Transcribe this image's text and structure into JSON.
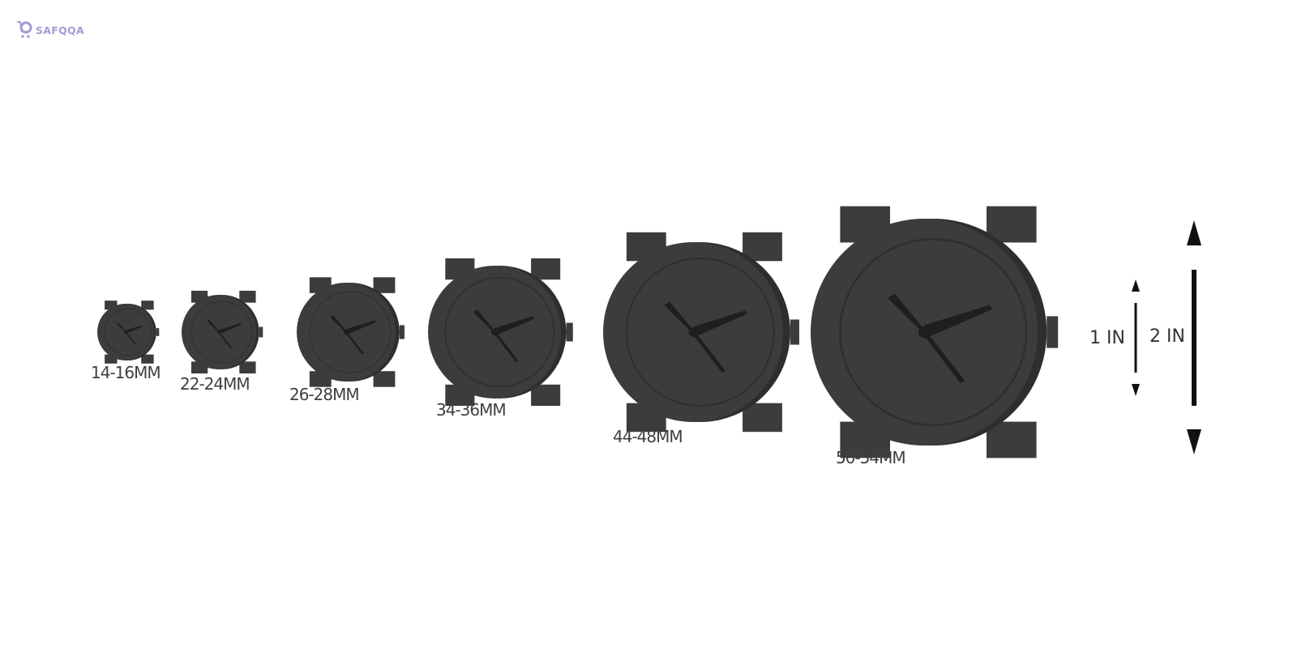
{
  "brand": {
    "name": "SAFQQA",
    "color": "#a59ad6"
  },
  "colors": {
    "watch_body": "#3c3c3c",
    "watch_bezel": "#2e2e2e",
    "hands": "#1f1f1f",
    "label": "#3f3f3f",
    "scale": "#111111"
  },
  "watches": [
    {
      "size": "14-16MM",
      "label": "14-16MM"
    },
    {
      "size": "22-24MM",
      "label": "22-24MM"
    },
    {
      "size": "26-28MM",
      "label": "26-28MM"
    },
    {
      "size": "34-36MM",
      "label": "34-36MM"
    },
    {
      "size": "44-48MM",
      "label": "44-48MM"
    },
    {
      "size": "50-54MM",
      "label": "50-54MM"
    }
  ],
  "scale": {
    "one_inch_label": "1 IN",
    "two_inch_label": "2 IN"
  }
}
